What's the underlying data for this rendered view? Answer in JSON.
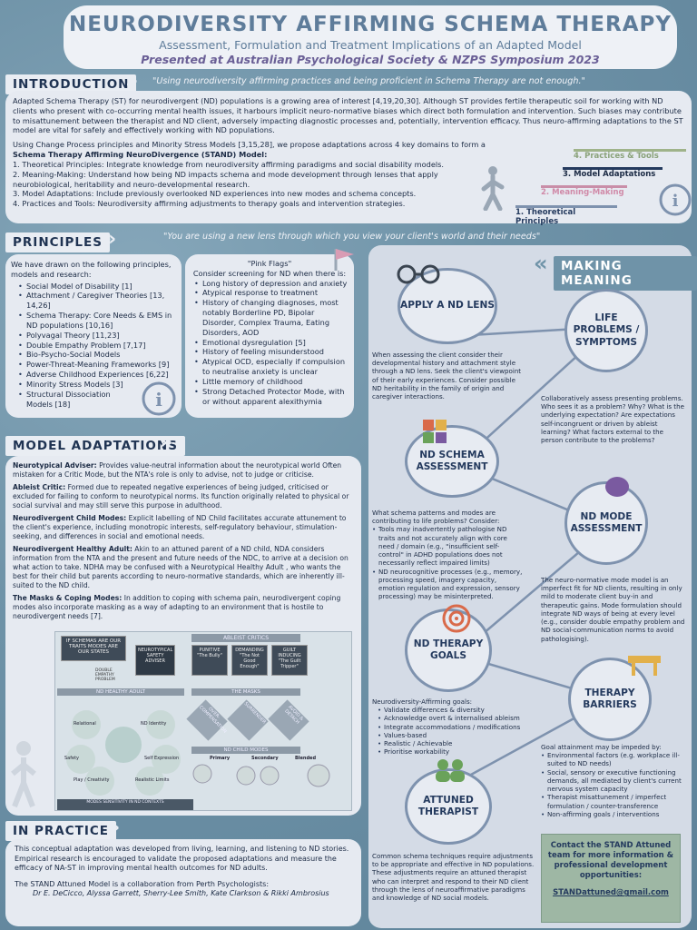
{
  "header": {
    "title": "NEURODIVERSITY AFFIRMING SCHEMA THERAPY",
    "subtitle": "Assessment, Formulation and Treatment Implications of an Adapted Model",
    "presented": "Presented at Australian Psychological Society & NZPS Symposium 2023"
  },
  "intro": {
    "heading": "INTRODUCTION",
    "quote": "\"Using neurodiversity affirming practices and being proficient in Schema Therapy are not enough.\"",
    "p1": "Adapted Schema Therapy (ST) for neurodivergent (ND) populations is a growing area of interest [4,19,20,30]. Although ST provides fertile therapeutic soil for working with ND clients who present with co-occurring mental health issues, it harbours implicit neuro-normative biases which direct both formulation and intervention. Such biases may contribute to misattunement between the therapist and ND client, adversely impacting diagnostic processes and, potentially, intervention efficacy. Thus neuro-affirming adaptations to the ST model are vital for safely and effectively working with ND populations.",
    "p2a": "Using Change Process principles and Minority Stress Models [3,15,28], we propose adaptations across 4 key domains to form a",
    "p2b": "Schema Therapy Affirming NeuroDivergence (STAND) Model:",
    "items": [
      "1. Theoretical Principles: Integrate knowledge from neurodiversity affirming paradigms and social disability models.",
      "2. Meaning-Making: Understand how being ND impacts schema and mode development through lenses that apply neurobiological, heritability and neuro-developmental research.",
      "3. Model Adaptations: Include previously overlooked ND experiences into new modes and schema concepts.",
      "4. Practices and Tools: Neurodiversity affirming adjustments to therapy goals and intervention strategies."
    ],
    "stairs": [
      "1.   Theoretical Principles",
      "2.   Meaning-Making",
      "3.   Model Adaptations",
      "4.   Practices & Tools"
    ]
  },
  "principles": {
    "heading": "PRINCIPLES",
    "quote": "\"You are using a new lens through which you view your client's world and their needs\"",
    "intro": "We have drawn on the following principles, models and research:",
    "items": [
      "Social Model of Disability [1]",
      "Attachment / Caregiver Theories [13, 14,26]",
      "Schema Therapy: Core Needs & EMS in ND populations [10,16]",
      "Polyvagal Theory [11,23]",
      "Double Empathy Problem [7,17]",
      "Bio-Psycho-Social Models",
      "Power-Threat-Meaning Frameworks [9]",
      "Adverse Childhood Experiences [6,22]",
      "Minority Stress Models [3]",
      "Structural Dissociation Models [18]"
    ],
    "flags_title": "\"Pink Flags\"",
    "flags_intro": "Consider screening for ND when there is:",
    "flags": [
      "Long history of depression and anxiety",
      "Atypical response to treatment",
      "History of changing diagnoses, most notably Borderline PD, Bipolar Disorder, Complex Trauma, Eating Disorders, AOD",
      "Emotional dysregulation [5]",
      "History of feeling misunderstood",
      "Atypical OCD, especially if compulsion to neutralise anxiety is unclear",
      "Little memory of childhood",
      "Strong Detached Protector Mode, with or without apparent alexithymia"
    ]
  },
  "model": {
    "heading": "MODEL ADAPTATIONS",
    "p1a": "Neurotypical Adviser:",
    "p1b": " Provides value-neutral information about the neurotypical world Often mistaken for a Critic Mode, but the NTA's role is only to advise, not to judge or criticise.",
    "p2a": "Ableist Critic:",
    "p2b": " Formed due to repeated negative experiences of being judged, criticised or excluded for failing to conform to neurotypical norms. Its function originally related to physical or social survival and may still serve this purpose in adulthood.",
    "p3a": "Neurodivergent Child Modes:",
    "p3b": " Explicit labelling of ND Child facilitates accurate attunement to the client's experience, including monotropic interests, self-regulatory behaviour, stimulation-seeking, and differences in social and emotional needs.",
    "p4a": "Neurodivergent Healthy Adult:",
    "p4b": " Akin to an attuned parent of a ND child, NDA considers information from the NTA and the present and future needs of the NDC, to arrive at a decision on what action to take. NDHA may be confused with a Neurotypical Healthy Adult , who wants the best for their child but parents according to neuro-normative standards, which are inherently ill-suited to the ND child.",
    "p5a": "The Masks & Coping Modes:",
    "p5b": " In addition to coping with schema pain, neurodivergent coping modes also incorporate masking as a way of adapting to an environment that is hostile to neurodivergent needs [7].",
    "diagram": {
      "schemas": "IF SCHEMAS ARE OUR TRAITS MODES ARE OUR STATES",
      "ableist": "ABLEIST CRITICS",
      "nta": "NEUROTYPICAL SAFETY ADVISER",
      "punitive": "PUNITIVE \"The Bully\"",
      "demanding": "DEMANDING \"The Not Good Enough\"",
      "guilt": "GUILT INDUCING \"The Guilt Tripper\"",
      "double": "DOUBLE EMPATHY PROBLEM",
      "ndha": "ND HEALTHY ADULT",
      "masks": "THE MASKS",
      "relational": "Relational",
      "identity": "ND Identity",
      "safety": "Safety",
      "self": "Self Expression",
      "play": "Play / Creativity",
      "realistic": "Realistic Limits",
      "over": "OVER-COMPENSATION",
      "surr": "SURRENDER",
      "avoid": "AVOID & DETACH",
      "child": "ND CHILD MODES",
      "primary": "Primary",
      "secondary": "Secondary",
      "blended": "Blended",
      "sensory": "MODES SENSITIVITY IN ND CONTEXTS"
    }
  },
  "practice": {
    "heading": "IN PRACTICE",
    "p1": "This conceptual adaptation was developed from living, learning, and listening to ND stories. Empirical research is encouraged to validate the proposed adaptations and measure the efficacy of NA-ST in improving mental health outcomes for ND adults.",
    "p2": "The STAND Attuned Model is a collaboration from Perth Psychologists:",
    "authors": "Dr E. DeCicco, Alyssa Garrett, Sherry-Lee Smith, Kate Clarkson & Rikki Ambrosius"
  },
  "meaning": {
    "heading": "MAKING MEANING",
    "c1": "APPLY A ND LENS",
    "c1t": "When assessing the client consider their developmental history and attachment style through a ND lens. Seek the client's viewpoint of their early experiences. Consider possible ND heritability in the family of origin and caregiver interactions.",
    "c2": "LIFE PROBLEMS / SYMPTOMS",
    "c2t": "Collaboratively assess presenting problems. Who sees it as a problem? Why? What is the underlying expectation? Are expectations self-incongruent or driven by ableist learning? What factors external to the person contribute to the problems?",
    "c3": "ND SCHEMA ASSESSMENT",
    "c3t": "What schema patterns and modes are contributing to life problems? Consider:",
    "c3items": [
      "Tools may inadvertently pathologise ND traits and not accurately align with core need / domain (e.g., \"insufficient self-control\" in ADHD populations does not necessarily reflect impaired limits)",
      "ND neurocognitive processes (e.g., memory, processing speed, imagery capacity, emotion regulation and expression, sensory processing) may be misinterpreted."
    ],
    "c4": "ND MODE ASSESSMENT",
    "c4t": "The neuro-normative mode model is an imperfect fit for ND clients, resulting in only mild to moderate client buy-in and therapeutic gains. Mode formulation should integrate ND ways of being at every level (e.g., consider double empathy problem and ND social-communication norms to avoid pathologising).",
    "c5": "ND THERAPY GOALS",
    "c5t": "Neurodiversity-Affirming goals:",
    "c5items": [
      "Validate differences & diversity",
      "Acknowledge overt & internalised ableism",
      "Integrate accommodations / modifications",
      "Values-based",
      "Realistic / Achievable",
      "Prioritise workability"
    ],
    "c6": "THERAPY BARRIERS",
    "c6t": "Goal attainment may be impeded by:",
    "c6items": [
      "Environmental factors (e.g. workplace ill-suited to ND needs)",
      "Social, sensory or executive functioning demands, all mediated by client's current nervous system capacity",
      "Therapist misattunement / imperfect formulation / counter-transference",
      "Non-affirming goals / interventions"
    ],
    "c7": "ATTUNED THERAPIST",
    "c7t": "Common schema techniques require adjustments to be appropriate and effective in ND populations. These adjustments require an attuned therapist who can interpret and respond to their ND client through the lens of neuroaffirmative paradigms and knowledge of ND social models.",
    "contact": "Contact the STAND Attuned team for more information & professional development opportunities:",
    "email": "STANDattuned@gmail.com"
  },
  "colors": {
    "accent": "#5e7c9a",
    "bg": "#6f93a8",
    "panel": "#e6eaf1"
  }
}
